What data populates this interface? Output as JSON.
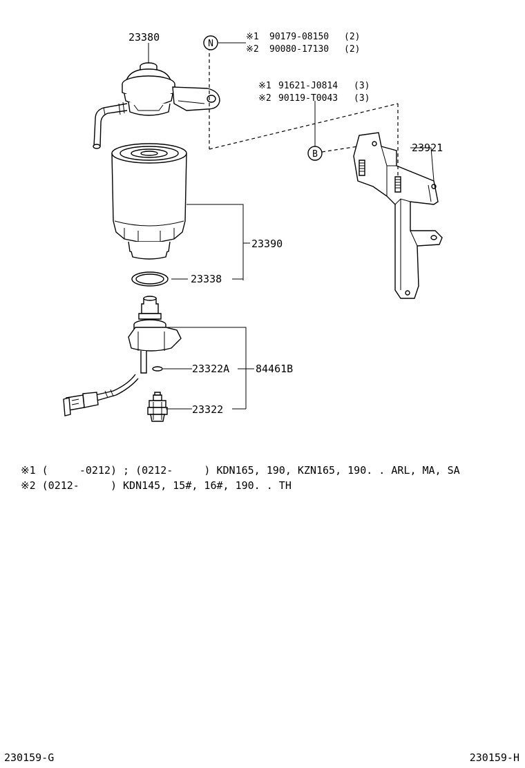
{
  "callouts": {
    "p23380": "23380",
    "p23921": "23921",
    "p23390": "23390",
    "p23338": "23338",
    "p23322A": "23322A",
    "p84461B": "84461B",
    "p23322": "23322",
    "symbol_n": "N",
    "symbol_b": "B"
  },
  "bolt_notes": {
    "n": [
      {
        "mark": "※1",
        "part": "90179-08150",
        "qty": "(2)"
      },
      {
        "mark": "※2",
        "part": "90080-17130",
        "qty": "(2)"
      }
    ],
    "b": [
      {
        "mark": "※1",
        "part": "91621-J0814",
        "qty": "(3)"
      },
      {
        "mark": "※2",
        "part": "90119-T0043",
        "qty": "(3)"
      }
    ]
  },
  "footnotes": {
    "f1": "※1 (     -0212) ; (0212-     ) KDN165, 190, KZN165, 190. . ARL, MA, SA",
    "f2": "※2 (0212-     ) KDN145, 15#, 16#, 190. . TH"
  },
  "footer": {
    "left_code": "230159-G",
    "right_code": "230159-H"
  }
}
